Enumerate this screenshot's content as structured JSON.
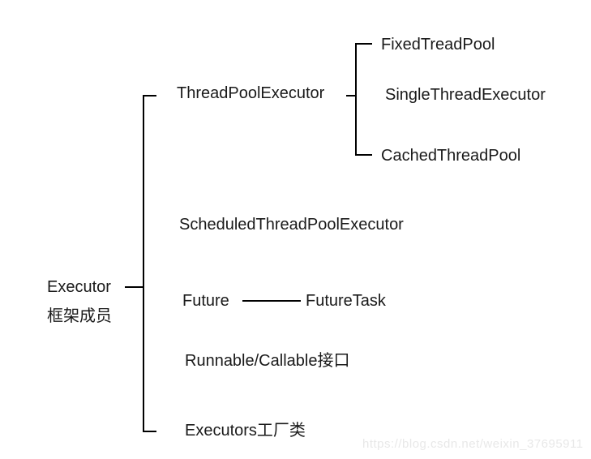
{
  "diagram": {
    "root": {
      "title": "Executor",
      "subtitle": "框架成员"
    },
    "level1": {
      "thread_pool_executor": "ThreadPoolExecutor",
      "scheduled_thread_pool_executor": "ScheduledThreadPoolExecutor",
      "future": "Future",
      "future_task": "FutureTask",
      "runnable_callable": "Runnable/Callable接口",
      "executors_factory": "Executors工厂类"
    },
    "level2": {
      "fixed_tread_pool": "FixedTreadPool",
      "single_thread_executor": "SingleThreadExecutor",
      "cached_thread_pool": "CachedThreadPool"
    },
    "colors": {
      "text": "#1a1a1a",
      "line": "#000000",
      "background": "#ffffff",
      "watermark": "#e8e8e8"
    }
  },
  "watermark": {
    "text": "https://blog.csdn.net/weixin_37695911"
  }
}
